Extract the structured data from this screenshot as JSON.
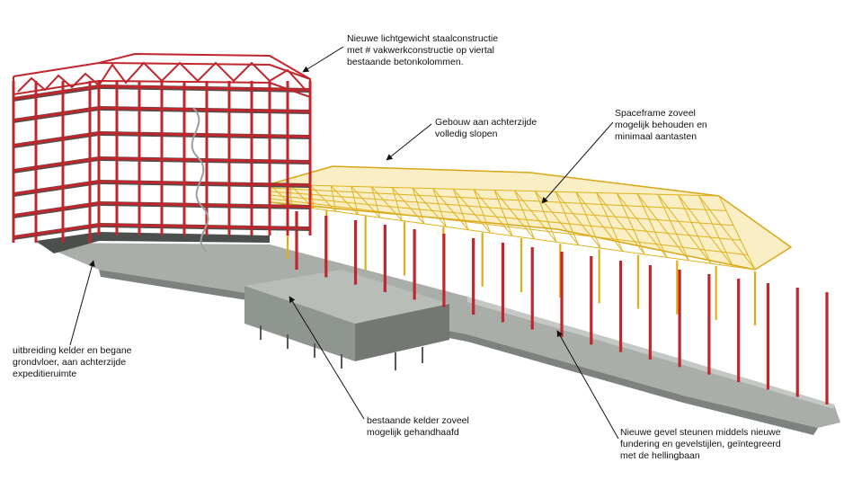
{
  "annotations": {
    "steel_structure": "Nieuwe lichtgewicht staalconstructie\nmet # vakwerkconstructie op viertal\nbestaande betonkolommen.",
    "demolish_back": "Gebouw aan achterzijde\nvolledig slopen",
    "spaceframe": "Spaceframe zoveel\nmogelijk behouden en\nminimaal aantasten",
    "basement_extension": "uitbreiding kelder en begane\ngrondvloer, aan achterzijde\nexpeditieruimte",
    "existing_basement": "bestaande kelder zoveel\nmogelijk gehandhaafd",
    "facade_columns": "Nieuwe gevel steunen middels nieuwe\nfundering en gevelstijlen, geïntegreerd\nmet de hellingbaan"
  },
  "colors": {
    "steel_red": "#c0262c",
    "spaceframe_yellow": "#e8b820",
    "concrete_grey": "#8e9690",
    "slab_dark": "#4c504d",
    "leader_line": "#111111"
  }
}
